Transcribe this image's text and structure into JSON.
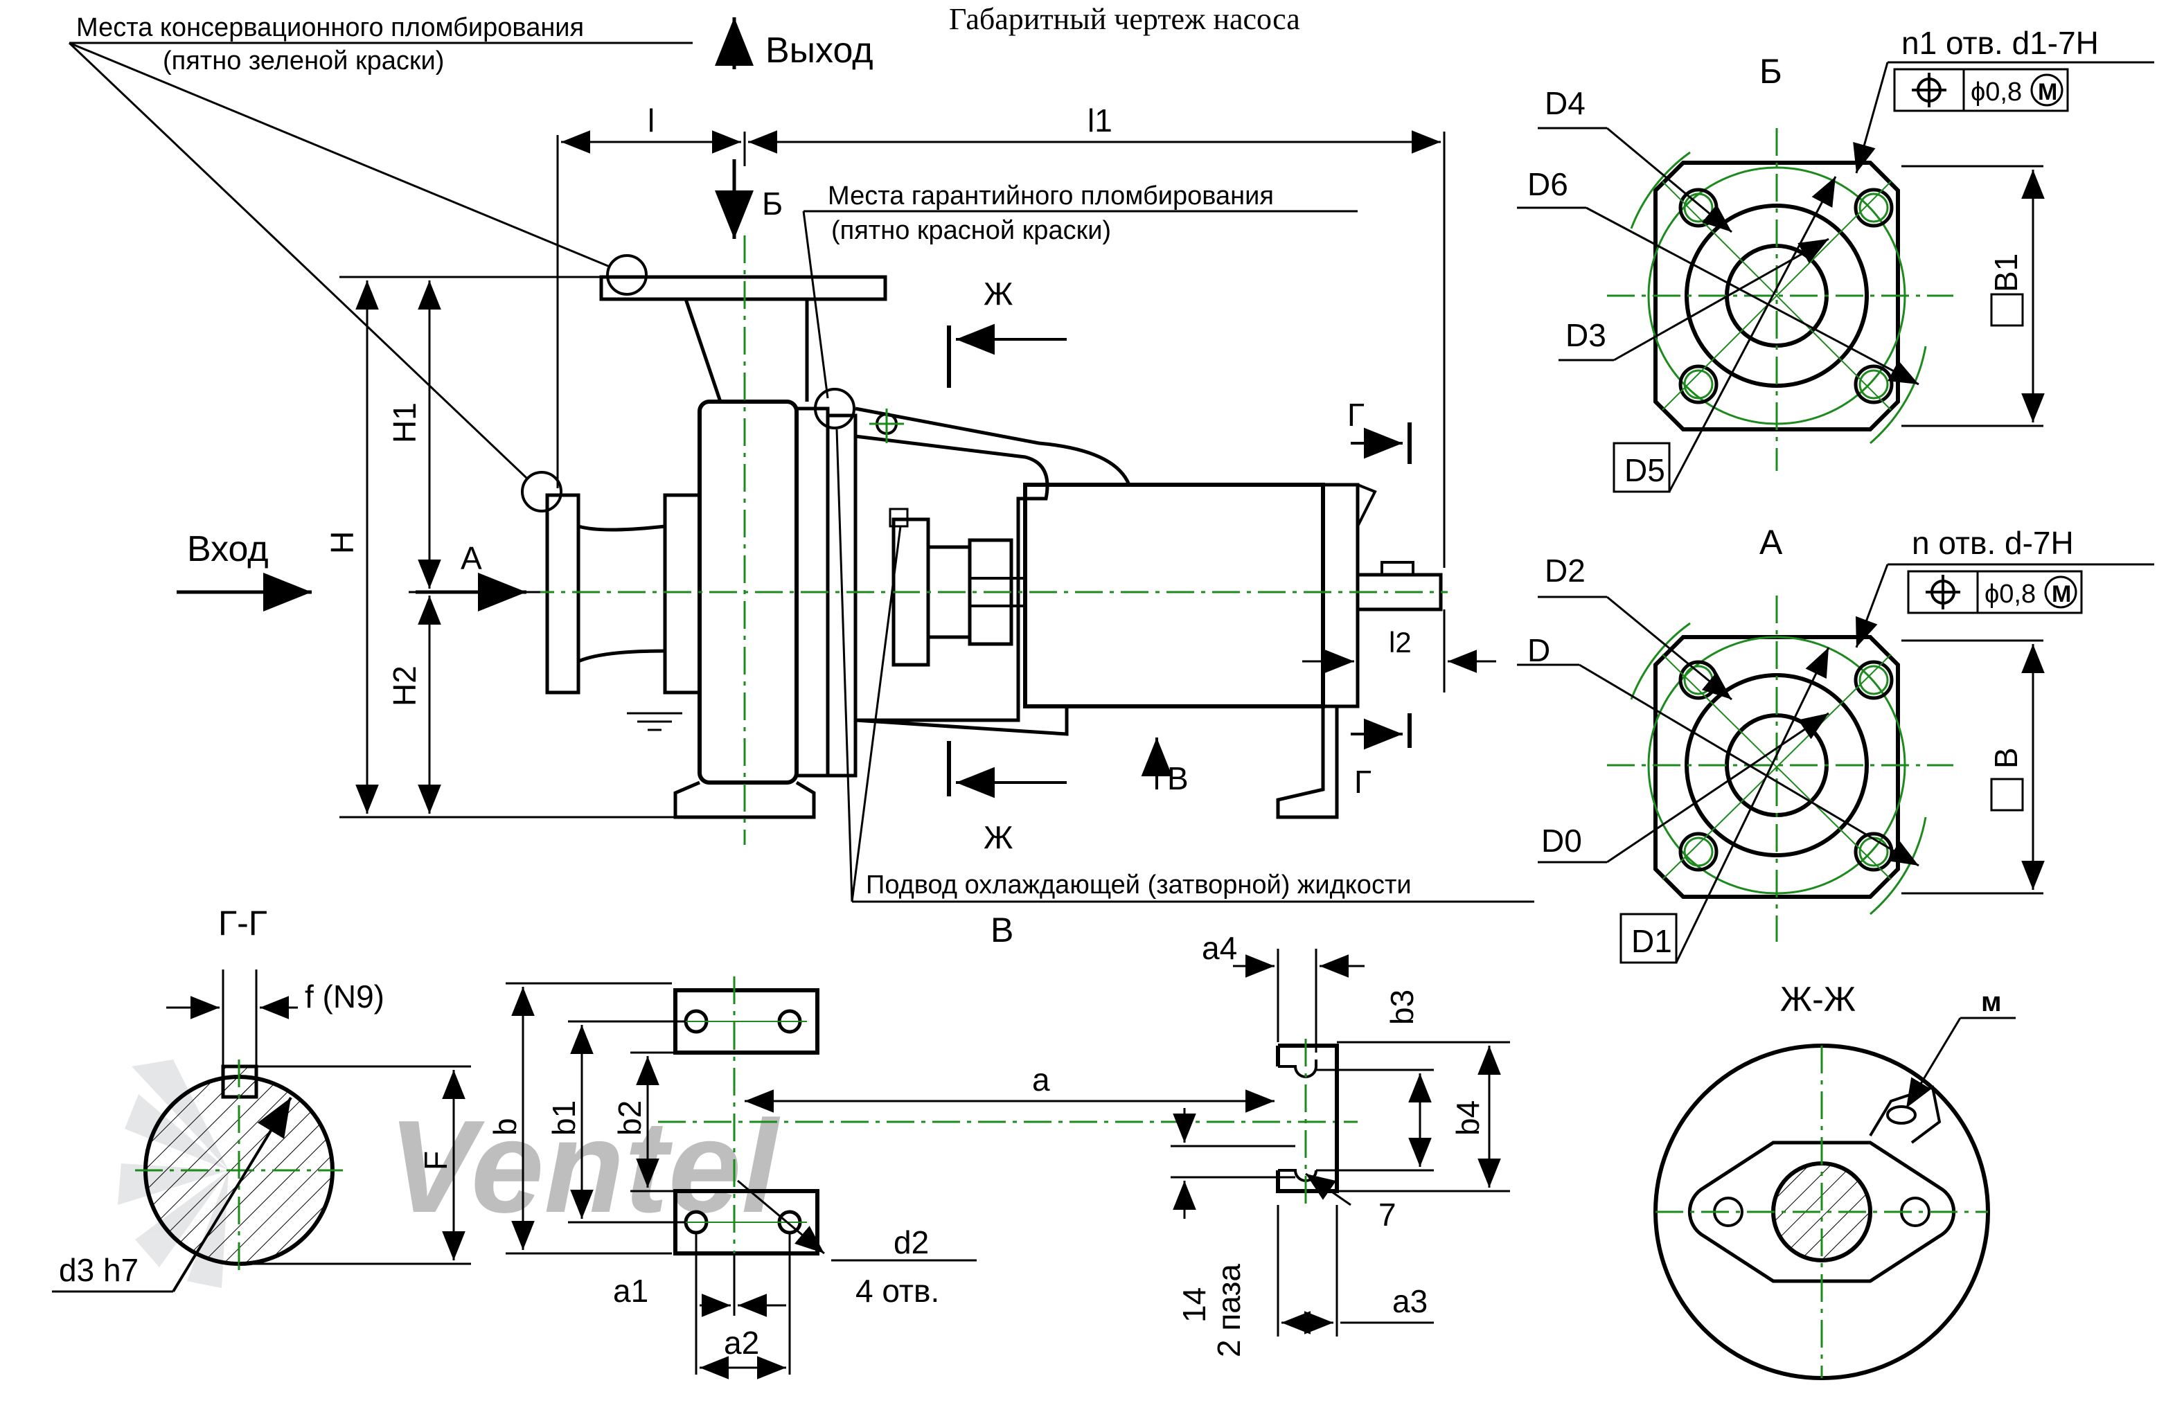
{
  "title": "Габаритный чертеж насоса",
  "watermark": "Ventel",
  "labels": {
    "conservation_seal": "Места консервационного пломбирования",
    "conservation_seal_note": "(пятно зеленой краски)",
    "warranty_seal": "Места гарантийного пломбирования",
    "warranty_seal_note": "(пятно красной краски)",
    "outlet": "Выход",
    "inlet": "Вход",
    "coolant": "Подвод охлаждающей (затворной) жидкости"
  },
  "views": {
    "b": "Б",
    "a": "А",
    "v": "В",
    "g": "Г",
    "zh": "Ж",
    "gg": "Г-Г",
    "zhzh": "Ж-Ж"
  },
  "dims": {
    "l": "l",
    "l1": "l1",
    "l2": "l2",
    "H": "H",
    "H1": "H1",
    "H2": "H2",
    "D": "D",
    "D0": "D0",
    "D1": "D1",
    "D2": "D2",
    "D3": "D3",
    "D4": "D4",
    "D5": "D5",
    "D6": "D6",
    "B": "B",
    "B1": "B1",
    "a": "a",
    "a1": "a1",
    "a2": "a2",
    "a3": "a3",
    "a4": "a4",
    "b": "b",
    "b1": "b1",
    "b2": "b2",
    "b3": "b3",
    "b4": "b4",
    "F": "F",
    "d2": "d2",
    "four_holes": "4 отв.",
    "fN9": "f (N9)",
    "d3h7": "d3 h7",
    "seven": "7",
    "fourteen": "14",
    "two_slots": "2 паза",
    "m": "м"
  },
  "tolerance": {
    "holes_b": "n1 отв. d1-7H",
    "holes_a": "n отв. d-7H",
    "value": "ϕ0,8"
  }
}
